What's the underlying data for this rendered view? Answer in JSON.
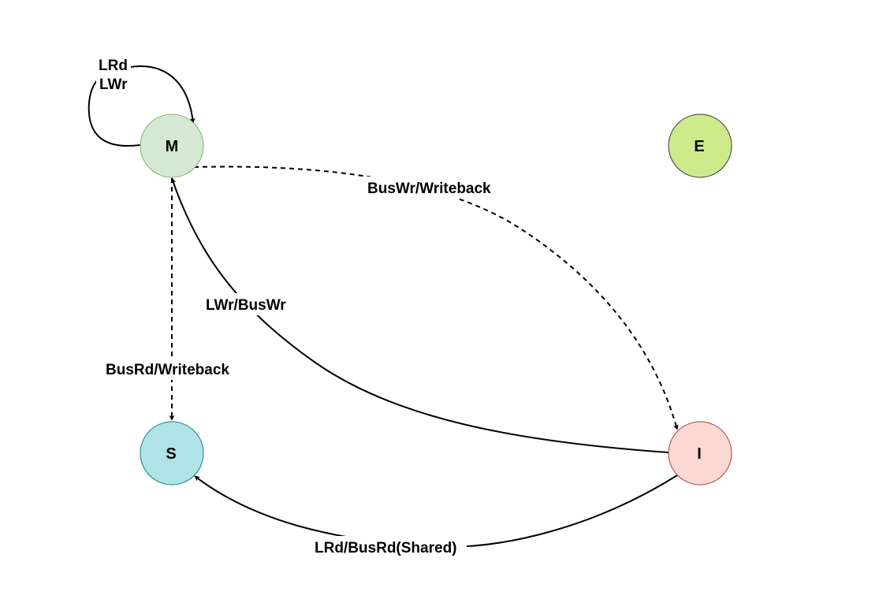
{
  "diagram": {
    "title": "MESI state diagram (M, E, S, I)",
    "states": [
      {
        "id": "M",
        "label": "M",
        "fill": "#d5e8d4",
        "stroke": "#82b366"
      },
      {
        "id": "E",
        "label": "E",
        "fill": "#cdeb8b",
        "stroke": "#36393d"
      },
      {
        "id": "S",
        "label": "S",
        "fill": "#b0e3e6",
        "stroke": "#0e8088"
      },
      {
        "id": "I",
        "label": "I",
        "fill": "#fad9d5",
        "stroke": "#ae4132"
      }
    ],
    "transitions": [
      {
        "from": "M",
        "to": "M",
        "label_lines": [
          "LRd",
          "LWr"
        ],
        "style": "solid"
      },
      {
        "from": "M",
        "to": "I",
        "label": "BusWr/Writeback",
        "style": "dashed"
      },
      {
        "from": "I",
        "to": "M",
        "label": "LWr/BusWr",
        "style": "solid"
      },
      {
        "from": "M",
        "to": "S",
        "label": "BusRd/Writeback",
        "style": "dashed"
      },
      {
        "from": "I",
        "to": "S",
        "label": "LRd/BusRd(Shared)",
        "style": "solid"
      }
    ]
  }
}
